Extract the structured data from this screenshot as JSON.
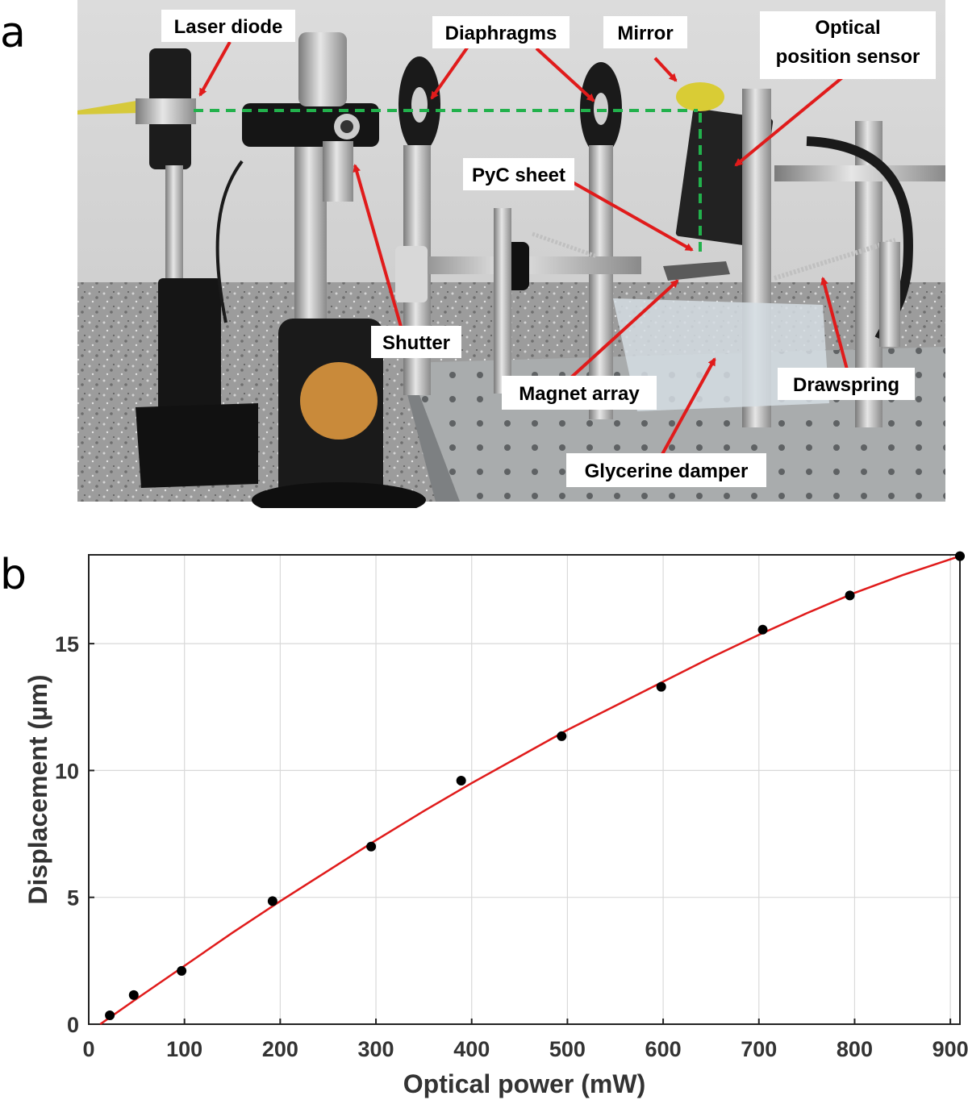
{
  "panels": {
    "a": "a",
    "b": "b"
  },
  "photo": {
    "labels": {
      "laser_diode": "Laser diode",
      "diaphragms": "Diaphragms",
      "mirror": "Mirror",
      "optical_sensor_line1": "Optical",
      "optical_sensor_line2": "position sensor",
      "pyc_sheet": "PyC sheet",
      "shutter": "Shutter",
      "magnet_array": "Magnet array",
      "drawspring": "Drawspring",
      "glycerine_damper": "Glycerine damper"
    },
    "colors": {
      "arrow": "#e01b1b",
      "beam": "#22b14c",
      "label_bg": "#ffffff"
    }
  },
  "chart_data": {
    "type": "scatter",
    "xlabel": "Optical power (mW)",
    "ylabel": "Displacement (µm)",
    "xlim": [
      0,
      910
    ],
    "ylim": [
      0,
      18.5
    ],
    "xticks": [
      0,
      100,
      200,
      300,
      400,
      500,
      600,
      700,
      800,
      900
    ],
    "yticks": [
      0,
      5,
      10,
      15
    ],
    "grid": true,
    "points": [
      {
        "x": 22,
        "y": 0.35
      },
      {
        "x": 47,
        "y": 1.15
      },
      {
        "x": 97,
        "y": 2.1
      },
      {
        "x": 192,
        "y": 4.85
      },
      {
        "x": 295,
        "y": 7.0
      },
      {
        "x": 389,
        "y": 9.6
      },
      {
        "x": 494,
        "y": 11.35
      },
      {
        "x": 598,
        "y": 13.3
      },
      {
        "x": 704,
        "y": 15.55
      },
      {
        "x": 795,
        "y": 16.9
      },
      {
        "x": 910,
        "y": 18.45
      }
    ],
    "fit": {
      "x": [
        12,
        50,
        100,
        150,
        200,
        250,
        300,
        350,
        400,
        450,
        500,
        550,
        600,
        650,
        700,
        750,
        800,
        850,
        910
      ],
      "y": [
        0.0,
        1.0,
        2.3,
        3.6,
        4.85,
        6.05,
        7.25,
        8.4,
        9.5,
        10.55,
        11.6,
        12.55,
        13.5,
        14.45,
        15.35,
        16.2,
        17.0,
        17.7,
        18.45
      ]
    },
    "colors": {
      "points": "#000000",
      "fit": "#e01b1b",
      "grid": "#d9d9d9"
    }
  }
}
